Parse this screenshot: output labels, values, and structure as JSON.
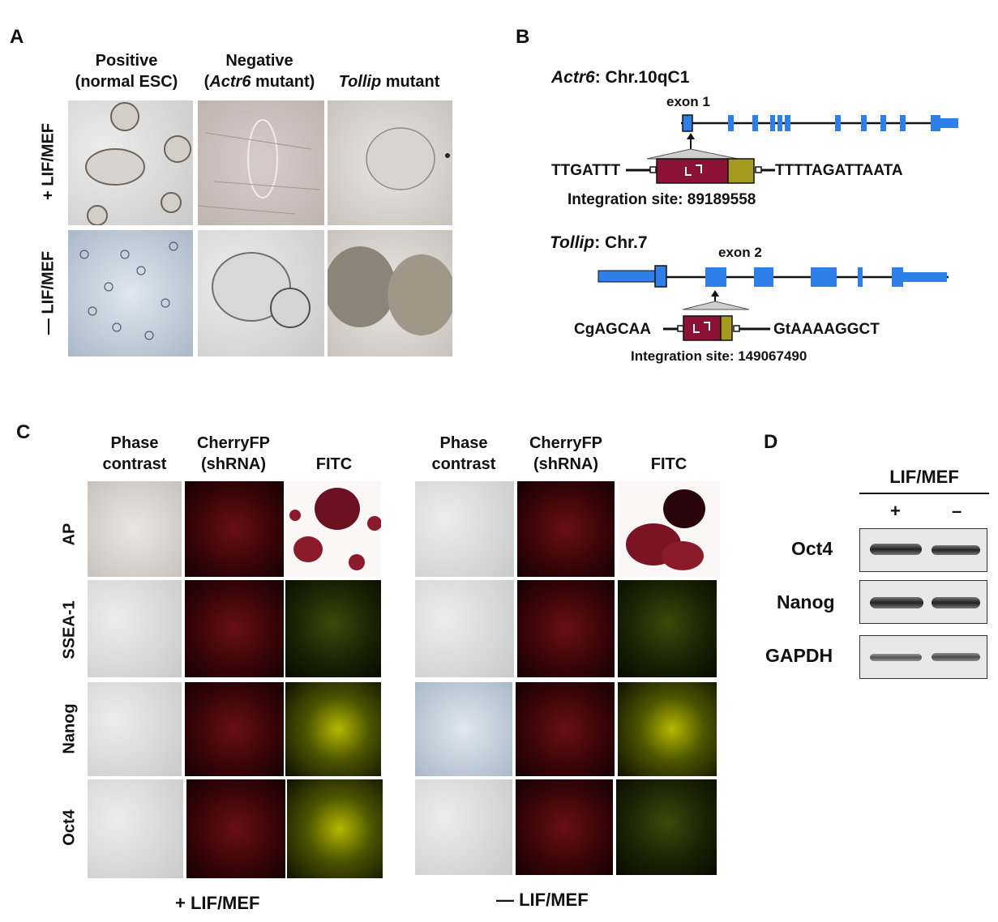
{
  "panels": {
    "a": "A",
    "b": "B",
    "c": "C",
    "d": "D"
  },
  "panel_a": {
    "columns": [
      {
        "line1": "Positive",
        "line2": "(normal ESC)"
      },
      {
        "line1": "Negative",
        "line2_pre": "(",
        "line2_italic": "Actr6",
        "line2_post": " mutant)"
      },
      {
        "line2_italic": "Tollip",
        "line2_post": " mutant"
      }
    ],
    "rows": [
      "+ LIF/MEF",
      "— LIF/MEF"
    ]
  },
  "panel_b": {
    "actr6": {
      "gene": "Actr6",
      "locus": ": Chr.10qC1",
      "exon": "exon 1",
      "left_seq": "TTGATTT",
      "right_seq": "TTTTAGATTAATA",
      "integration": "Integration site: 89189558"
    },
    "tollip": {
      "gene": "Tollip",
      "locus": ": Chr.7",
      "exon": "exon 2",
      "left_seq": "CgAGCAA",
      "right_seq": "GtAAAAGGCT",
      "integration": "Integration site: 149067490"
    },
    "colors": {
      "exon": "#2f7fe8",
      "cassette": "#8c1235",
      "cassette2": "#a39a1e"
    }
  },
  "panel_c": {
    "headers": [
      {
        "line1": "Phase",
        "line2": "contrast"
      },
      {
        "line1": "CherryFP",
        "line2": "(shRNA)"
      },
      {
        "line1": "FITC",
        "line2": ""
      }
    ],
    "rows": [
      "AP",
      "SSEA-1",
      "Nanog",
      "Oct4"
    ],
    "conditions": [
      "+ LIF/MEF",
      "— LIF/MEF"
    ]
  },
  "panel_d": {
    "title": "LIF/MEF",
    "lanes": [
      "+",
      "–"
    ],
    "rows": [
      "Oct4",
      "Nanog",
      "GAPDH"
    ]
  }
}
